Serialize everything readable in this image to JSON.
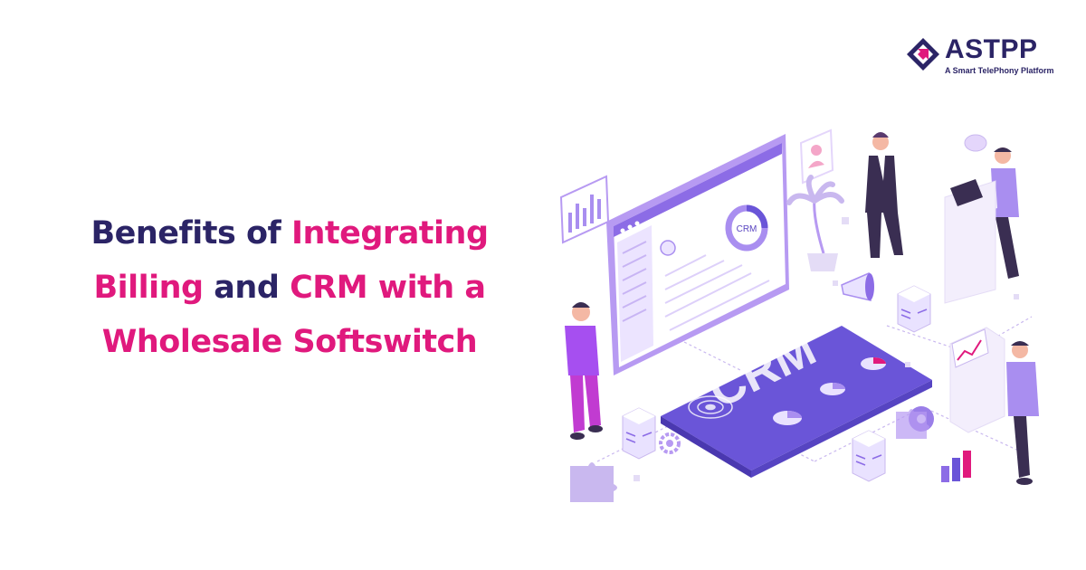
{
  "brand": {
    "name": "ASTPP",
    "tagline": "A Smart TelePhony Platform",
    "logo_icon": "diamond-logo-icon",
    "colors": {
      "navy": "#2b2466",
      "pink": "#e0197d",
      "purple": "#7b4fd6"
    }
  },
  "headline": {
    "line1": {
      "part1": "Benefits of ",
      "part2": "Integrating"
    },
    "line2": {
      "part1": "Billing",
      "part2": " and ",
      "part3": "CRM with a"
    },
    "line3": {
      "part1": "Wholesale Softswitch"
    }
  },
  "illustration": {
    "screen_badge": "CRM",
    "floor_label": "CRM"
  }
}
